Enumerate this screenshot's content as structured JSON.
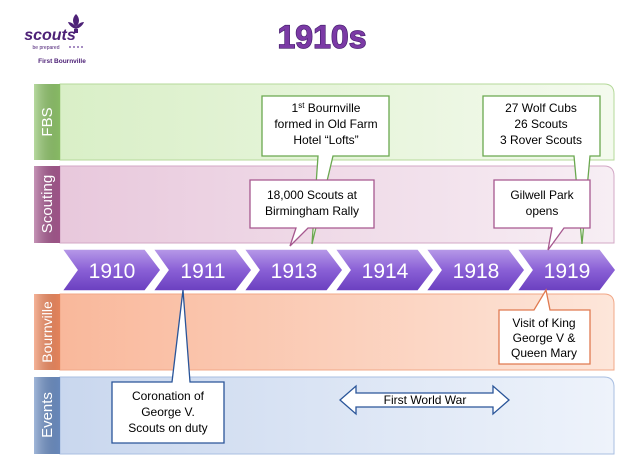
{
  "title": "1910s",
  "logo": {
    "word": "scouts",
    "tagline": "be prepared",
    "group": "First Bournville",
    "colors": {
      "purple": "#4d2177",
      "dots": "#8b6bb0"
    }
  },
  "bands": [
    {
      "label": "FBS",
      "color": "#8fc46a"
    },
    {
      "label": "Scouting",
      "color": "#a6588f"
    },
    {
      "label": "Bournville",
      "color": "#f08a60"
    },
    {
      "label": "Events",
      "color": "#6d8fc4"
    }
  ],
  "timeline": {
    "years": [
      "1910",
      "1911",
      "1913",
      "1914",
      "1918",
      "1919"
    ],
    "color": "#7a4fc8"
  },
  "callouts": [
    {
      "id": "fbs-1913",
      "lines": [
        "1st Bournville",
        "formed in Old Farm",
        "Hotel “Lofts”"
      ],
      "superscript": "st"
    },
    {
      "id": "fbs-1919",
      "lines": [
        "27 Wolf Cubs",
        "26 Scouts",
        "3 Rover Scouts"
      ]
    },
    {
      "id": "scouting-1913",
      "lines": [
        "18,000 Scouts at",
        "Birmingham Rally"
      ]
    },
    {
      "id": "scouting-1919",
      "lines": [
        "Gilwell Park",
        "opens"
      ]
    },
    {
      "id": "bournville-1919",
      "lines": [
        "Visit of King",
        "George V &",
        "Queen Mary"
      ]
    },
    {
      "id": "events-1911",
      "lines": [
        "Coronation of",
        "George V.",
        "Scouts on duty"
      ]
    }
  ],
  "span_arrow": {
    "label": "First World War"
  }
}
